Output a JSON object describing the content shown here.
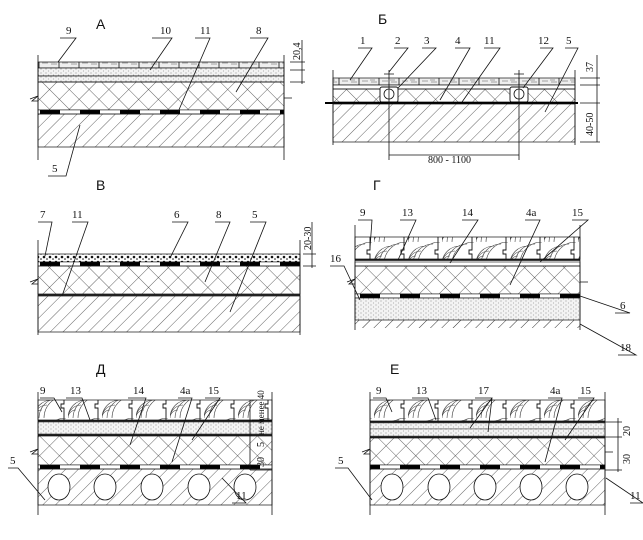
{
  "sections": {
    "a": {
      "title": "А",
      "labels": [
        "9",
        "10",
        "11",
        "8",
        "5"
      ],
      "dims": [
        "20,4"
      ]
    },
    "b": {
      "title": "Б",
      "labels": [
        "1",
        "2",
        "3",
        "4",
        "11",
        "12",
        "5"
      ],
      "dims": [
        "37",
        "40-50",
        "800 - 1100"
      ]
    },
    "v": {
      "title": "В",
      "labels": [
        "7",
        "11",
        "6",
        "8",
        "5"
      ],
      "dims": [
        "20-30"
      ]
    },
    "g": {
      "title": "Г",
      "labels": [
        "9",
        "13",
        "14",
        "4а",
        "15",
        "16",
        "6",
        "18"
      ]
    },
    "d": {
      "title": "Д",
      "labels": [
        "9",
        "13",
        "14",
        "4а",
        "15",
        "5",
        "11"
      ],
      "dims": [
        "не менее 40",
        "5",
        "30"
      ]
    },
    "e": {
      "title": "Е",
      "labels": [
        "9",
        "13",
        "17",
        "4а",
        "15",
        "5",
        "11"
      ],
      "dims": [
        "20",
        "30"
      ]
    }
  }
}
